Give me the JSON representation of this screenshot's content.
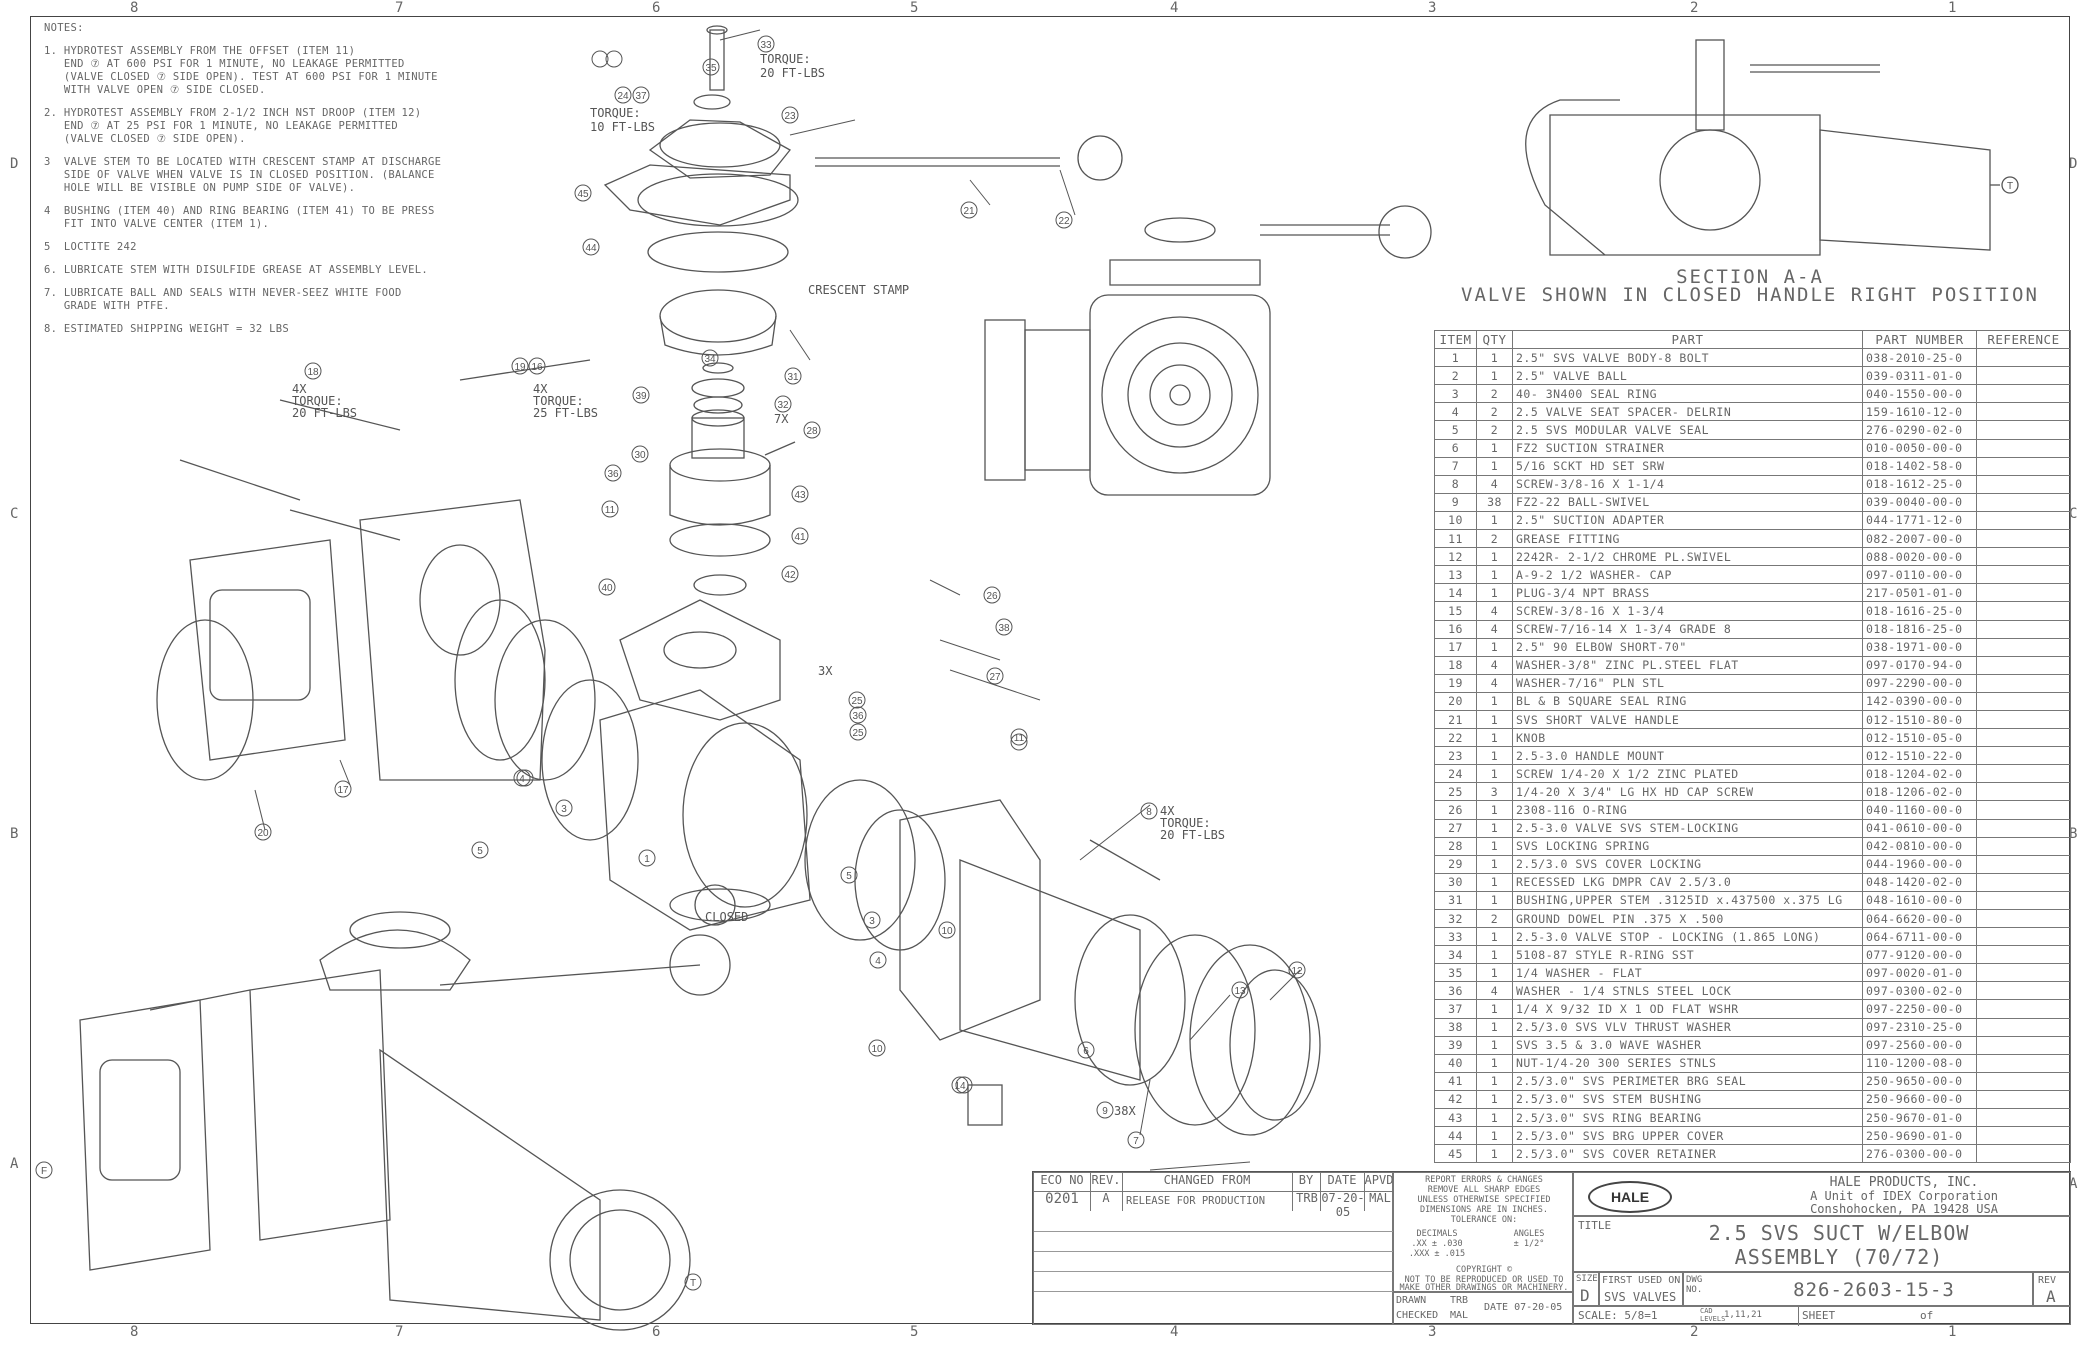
{
  "zones": {
    "columns": [
      "8",
      "7",
      "6",
      "5",
      "4",
      "3",
      "2",
      "1"
    ],
    "rows": [
      "D",
      "C",
      "B",
      "A"
    ]
  },
  "notes": {
    "heading": "NOTES:",
    "items": [
      "1. HYDROTEST ASSEMBLY FROM THE OFFSET (ITEM 11)\n   END ⑦ AT 600 PSI FOR 1 MINUTE, NO LEAKAGE PERMITTED\n   (VALVE CLOSED ⑦ SIDE OPEN). TEST AT 600 PSI FOR 1 MINUTE\n   WITH VALVE OPEN ⑦ SIDE CLOSED.",
      "2. HYDROTEST ASSEMBLY FROM 2-1/2 INCH NST DROOP (ITEM 12)\n   END ⑦ AT 25 PSI FOR 1 MINUTE, NO LEAKAGE PERMITTED\n   (VALVE CLOSED ⑦ SIDE OPEN).",
      "3  VALVE STEM TO BE LOCATED WITH CRESCENT STAMP AT DISCHARGE\n   SIDE OF VALVE WHEN VALVE IS IN CLOSED POSITION. (BALANCE\n   HOLE WILL BE VISIBLE ON PUMP SIDE OF VALVE).",
      "4  BUSHING (ITEM 40) AND RING BEARING (ITEM 41) TO BE PRESS\n   FIT INTO VALVE CENTER (ITEM 1).",
      "5  LOCTITE 242",
      "6. LUBRICATE STEM WITH DISULFIDE GREASE AT ASSEMBLY LEVEL.",
      "7. LUBRICATE BALL AND SEALS WITH NEVER-SEEZ WHITE FOOD\n   GRADE WITH PTFE.",
      "8. ESTIMATED SHIPPING WEIGHT = 32 LBS"
    ]
  },
  "callouts": {
    "torque_stem": "TORQUE:\n20 FT-LBS",
    "torque_handle": "TORQUE:\n10 FT-LBS",
    "torque_screws_a": "4X\nTORQUE:\n20 FT-LBS",
    "torque_screws_b": "4X\nTORQUE:\n25 FT-LBS",
    "torque_screws_c": "4X\nTORQUE:\n20 FT-LBS",
    "crescent": "CRESCENT STAMP",
    "closed": "CLOSED",
    "qty_7x": "7X",
    "qty_3x": "3X",
    "qty_38x": "38X"
  },
  "section": {
    "title": "SECTION A-A",
    "subtitle": "VALVE SHOWN IN CLOSED HANDLE RIGHT POSITION"
  },
  "bom": {
    "headers": [
      "ITEM",
      "QTY",
      "PART",
      "PART NUMBER",
      "REFERENCE"
    ],
    "rows": [
      [
        "1",
        "1",
        "2.5\" SVS VALVE BODY-8 BOLT",
        "038-2010-25-0",
        ""
      ],
      [
        "2",
        "1",
        "2.5\" VALVE BALL",
        "039-0311-01-0",
        ""
      ],
      [
        "3",
        "2",
        "40- 3N400 SEAL RING",
        "040-1550-00-0",
        ""
      ],
      [
        "4",
        "2",
        "2.5 VALVE SEAT SPACER- DELRIN",
        "159-1610-12-0",
        ""
      ],
      [
        "5",
        "2",
        "2.5 SVS MODULAR VALVE SEAL",
        "276-0290-02-0",
        ""
      ],
      [
        "6",
        "1",
        "FZ2 SUCTION STRAINER",
        "010-0050-00-0",
        ""
      ],
      [
        "7",
        "1",
        "5/16 SCKT HD SET SRW",
        "018-1402-58-0",
        ""
      ],
      [
        "8",
        "4",
        "SCREW-3/8-16 X 1-1/4",
        "018-1612-25-0",
        ""
      ],
      [
        "9",
        "38",
        "FZ2-22 BALL-SWIVEL",
        "039-0040-00-0",
        ""
      ],
      [
        "10",
        "1",
        "2.5\" SUCTION ADAPTER",
        "044-1771-12-0",
        ""
      ],
      [
        "11",
        "2",
        "GREASE FITTING",
        "082-2007-00-0",
        ""
      ],
      [
        "12",
        "1",
        "2242R- 2-1/2 CHROME PL.SWIVEL",
        "088-0020-00-0",
        ""
      ],
      [
        "13",
        "1",
        "A-9-2 1/2 WASHER- CAP",
        "097-0110-00-0",
        ""
      ],
      [
        "14",
        "1",
        "PLUG-3/4 NPT BRASS",
        "217-0501-01-0",
        ""
      ],
      [
        "15",
        "4",
        "SCREW-3/8-16 X 1-3/4",
        "018-1616-25-0",
        ""
      ],
      [
        "16",
        "4",
        "SCREW-7/16-14 X 1-3/4 GRADE 8",
        "018-1816-25-0",
        ""
      ],
      [
        "17",
        "1",
        "2.5\" 90 ELBOW SHORT-70\"",
        "038-1971-00-0",
        ""
      ],
      [
        "18",
        "4",
        "WASHER-3/8\" ZINC PL.STEEL FLAT",
        "097-0170-94-0",
        ""
      ],
      [
        "19",
        "4",
        "WASHER-7/16\" PLN STL",
        "097-2290-00-0",
        ""
      ],
      [
        "20",
        "1",
        "BL & B SQUARE SEAL RING",
        "142-0390-00-0",
        ""
      ],
      [
        "21",
        "1",
        "SVS SHORT VALVE HANDLE",
        "012-1510-80-0",
        ""
      ],
      [
        "22",
        "1",
        "KNOB",
        "012-1510-05-0",
        ""
      ],
      [
        "23",
        "1",
        "2.5-3.0 HANDLE MOUNT",
        "012-1510-22-0",
        ""
      ],
      [
        "24",
        "1",
        "SCREW 1/4-20 X 1/2 ZINC PLATED",
        "018-1204-02-0",
        ""
      ],
      [
        "25",
        "3",
        "1/4-20 X 3/4\" LG HX HD CAP SCREW",
        "018-1206-02-0",
        ""
      ],
      [
        "26",
        "1",
        "2308-116 O-RING",
        "040-1160-00-0",
        ""
      ],
      [
        "27",
        "1",
        "2.5-3.0 VALVE SVS STEM-LOCKING",
        "041-0610-00-0",
        ""
      ],
      [
        "28",
        "1",
        "SVS LOCKING SPRING",
        "042-0810-00-0",
        ""
      ],
      [
        "29",
        "1",
        "2.5/3.0 SVS COVER LOCKING",
        "044-1960-00-0",
        ""
      ],
      [
        "30",
        "1",
        "RECESSED LKG DMPR CAV 2.5/3.0",
        "048-1420-02-0",
        ""
      ],
      [
        "31",
        "1",
        "BUSHING,UPPER STEM .3125ID x.437500 x.375 LG",
        "048-1610-00-0",
        ""
      ],
      [
        "32",
        "2",
        "GROUND DOWEL PIN .375 X .500",
        "064-6620-00-0",
        ""
      ],
      [
        "33",
        "1",
        "2.5-3.0 VALVE STOP - LOCKING (1.865 LONG)",
        "064-6711-00-0",
        ""
      ],
      [
        "34",
        "1",
        "5108-87 STYLE R-RING SST",
        "077-9120-00-0",
        ""
      ],
      [
        "35",
        "1",
        "1/4 WASHER - FLAT",
        "097-0020-01-0",
        ""
      ],
      [
        "36",
        "4",
        "WASHER - 1/4 STNLS STEEL LOCK",
        "097-0300-02-0",
        ""
      ],
      [
        "37",
        "1",
        "1/4 X 9/32 ID X 1 OD FLAT WSHR",
        "097-2250-00-0",
        ""
      ],
      [
        "38",
        "1",
        "2.5/3.0 SVS VLV THRUST WASHER",
        "097-2310-25-0",
        ""
      ],
      [
        "39",
        "1",
        "SVS 3.5 & 3.0 WAVE WASHER",
        "097-2560-00-0",
        ""
      ],
      [
        "40",
        "1",
        "NUT-1/4-20 300 SERIES STNLS",
        "110-1200-08-0",
        ""
      ],
      [
        "41",
        "1",
        "2.5/3.0\" SVS PERIMETER BRG SEAL",
        "250-9650-00-0",
        ""
      ],
      [
        "42",
        "1",
        "2.5/3.0\" SVS STEM BUSHING",
        "250-9660-00-0",
        ""
      ],
      [
        "43",
        "1",
        "2.5/3.0\" SVS RING BEARING",
        "250-9670-01-0",
        ""
      ],
      [
        "44",
        "1",
        "2.5/3.0\" SVS BRG UPPER COVER",
        "250-9690-01-0",
        ""
      ],
      [
        "45",
        "1",
        "2.5/3.0\" SVS COVER RETAINER",
        "276-0300-00-0",
        ""
      ]
    ]
  },
  "revision": {
    "headers": [
      "ECO NO",
      "REV.",
      "CHANGED FROM",
      "BY",
      "DATE",
      "APVD"
    ],
    "row": [
      "0201",
      "A",
      "RELEASE FOR PRODUCTION",
      "TRB",
      "07-20-05",
      "MAL"
    ]
  },
  "tolerance": {
    "line1": "REPORT ERRORS & CHANGES",
    "line2": "REMOVE ALL SHARP EDGES",
    "line3": "UNLESS OTHERWISE SPECIFIED",
    "line4": "DIMENSIONS ARE IN INCHES.",
    "line5": "TOLERANCE ON:",
    "decimals": "DECIMALS",
    "angles": "ANGLES",
    "xx": ".XX ± .030",
    "xxx": ".XXX ± .015",
    "ang": "± 1/2°",
    "copyright": "COPYRIGHT ©",
    "copy2": "NOT TO BE REPRODUCED OR USED TO",
    "copy3": "MAKE OTHER DRAWINGS OR MACHINERY."
  },
  "signoff": {
    "drawn_label": "DRAWN",
    "drawn_by": "TRB",
    "checked_label": "CHECKED",
    "checked_by": "MAL",
    "date": "DATE 07-20-05"
  },
  "company": {
    "logo": "HALE",
    "name": "HALE PRODUCTS, INC.",
    "unit": "A Unit of IDEX Corporation",
    "city": "Conshohocken, PA 19428 USA"
  },
  "title_block": {
    "title_label": "TITLE",
    "title_line1": "2.5 SVS SUCT W/ELBOW",
    "title_line2": "ASSEMBLY (70/72)",
    "size_label": "SIZE",
    "size": "D",
    "first_used_label": "FIRST USED ON",
    "first_used": "SVS VALVES",
    "dwg_label": "DWG NO.",
    "dwg_no": "826-2603-15-3",
    "rev_label": "REV",
    "rev": "A",
    "scale": "SCALE: 5/8=1",
    "cad_label": "CAD LEVELS",
    "cad": "1,11,21",
    "sheet_label": "SHEET",
    "sheet_of": "of"
  }
}
